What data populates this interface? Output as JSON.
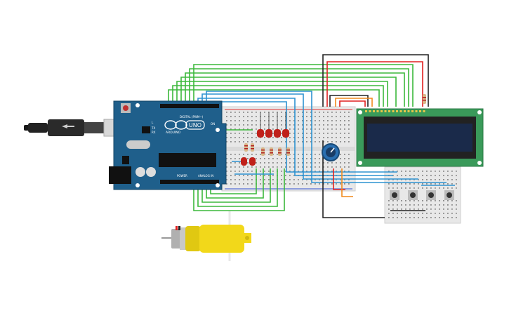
{
  "arduino": {
    "brand": "ARDUINO",
    "model": "UNO",
    "digital_label": "DIGITAL (PWM~)",
    "power_label": "POWER",
    "analog_label": "ANALOG IN",
    "l_label": "L",
    "tx_label": "TX",
    "rx_label": "RX",
    "on_label": "ON"
  },
  "icons": {
    "usb": "usb-cable-icon",
    "motor": "dc-gear-motor-icon",
    "pot": "potentiometer-icon",
    "lcd": "lcd-display-icon",
    "button": "pushbutton-icon"
  },
  "colors": {
    "arduino_board": "#1f5f8b",
    "breadboard": "#e9e9e9",
    "wire_green": "#3cb83c",
    "wire_blue": "#2e93d1",
    "wire_red": "#e02020",
    "wire_black": "#222222",
    "wire_orange": "#f08a1c",
    "led_red": "#c0201a",
    "lcd_pcb": "#3a9a5a",
    "lcd_screen": "#1a2a4a",
    "motor_yellow": "#f2d81a"
  }
}
